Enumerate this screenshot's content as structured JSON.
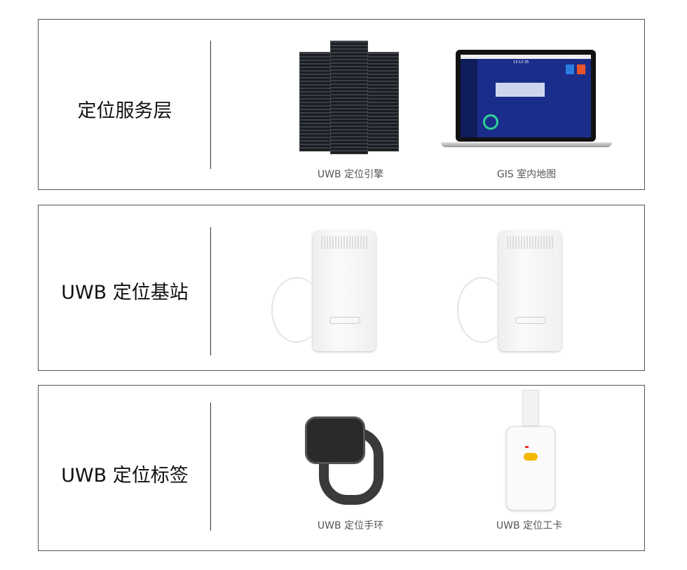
{
  "rows": [
    {
      "label": "定位服务层",
      "items": [
        {
          "caption": "UWB 定位引擎",
          "icon": "server-rack-icon"
        },
        {
          "caption": "GIS 室内地图",
          "icon": "laptop-map-icon"
        }
      ]
    },
    {
      "label": "UWB 定位基站",
      "items": [
        {
          "caption": "",
          "icon": "base-station-icon"
        },
        {
          "caption": "",
          "icon": "base-station-icon"
        }
      ]
    },
    {
      "label": "UWB 定位标签",
      "items": [
        {
          "caption": "UWB 定位手环",
          "icon": "wristband-icon"
        },
        {
          "caption": "UWB 定位工卡",
          "icon": "badge-card-icon"
        }
      ]
    }
  ],
  "laptop_screen": {
    "time": "13:12:35"
  },
  "colors": {
    "border": "#555555",
    "text": "#111111",
    "caption": "#555555",
    "screen": "#1a2d8a"
  }
}
